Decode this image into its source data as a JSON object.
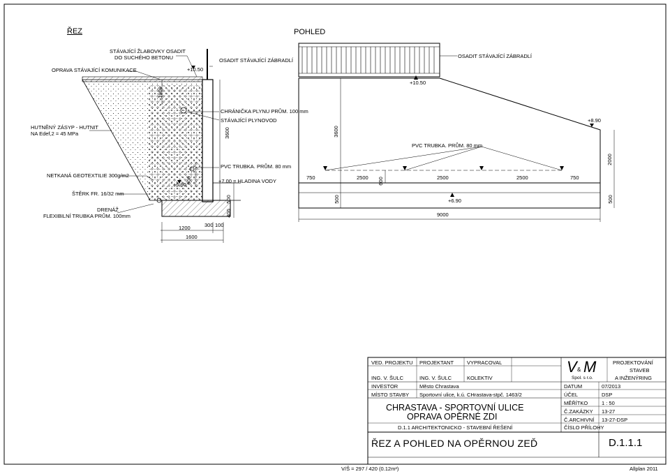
{
  "section": {
    "title": "ŘEZ",
    "labels": {
      "gutter1": "STÁVAJÍCÍ ŽLABOVKY OSADIT",
      "gutter2": "DO SUCHÉHO BETONU",
      "repair": "OPRAVA STÁVAJÍCÍ KOMUNIKACE",
      "railing": "OSADIT STÁVAJÍCÍ ZÁBRADLÍ",
      "fill1": "HUTNĚNÝ ZÁSYP - HUTNIT",
      "fill2": "NA Edef,2 = 45 MPa",
      "geotex": "NETKANÁ GEOTEXTILIE 300g/m2",
      "gravel": "ŠTĚRK FR. 16/32 mm",
      "drain1": "DRENÁŽ",
      "drain2": "FLEXIBILNÍ TRUBKA PRŮM. 100mm",
      "gas1": "CHRÁNIČKA PLYNU PRŮM. 100 mm",
      "gas2": "STÁVAJÍCÍ PLYNOVOD",
      "pvc": "PVC TRUBKA. PRŮM. 80 mm",
      "water": "+7.00 = HLADINA VODY"
    },
    "levels": {
      "top": "+10.50",
      "base": "+6.90"
    },
    "dims": {
      "d1000": "1000",
      "d3600": "3600",
      "d600": "600",
      "d500": "500",
      "d400": "400",
      "d1200": "1200",
      "d300": "300",
      "d100": "100",
      "d1600": "1600"
    }
  },
  "elevation": {
    "title": "POHLED",
    "labels": {
      "railing": "OSADIT STÁVAJÍCÍ ZÁBRADLÍ",
      "pvc": "PVC TRUBKA. PRŮM. 80 mm"
    },
    "levels": {
      "top": "+10.50",
      "right": "+8.90",
      "base": "+6.90"
    },
    "dims": {
      "h3600": "3600",
      "h2000": "2000",
      "h500": "500",
      "h500b": "500",
      "h600": "600",
      "s750a": "750",
      "s2500a": "2500",
      "s2500b": "2500",
      "s2500c": "2500",
      "s750b": "750",
      "total": "9000"
    }
  },
  "title_block": {
    "ved_label": "VED. PROJEKTU",
    "ved_value": "ING. V. ŠULC",
    "proj_label": "PROJEKTANT",
    "proj_value": "ING. V. ŠULC",
    "vyp_label": "VYPRACOVAL",
    "vyp_value": "KOLEKTIV",
    "logo_v": "V",
    "logo_amp": "&",
    "logo_m": "M",
    "logo_sub": "Spol. s r.o.",
    "company1": "PROJEKTOVÁNÍ",
    "company2": "STAVEB",
    "company3": "A INŽENÝRING",
    "investor_label": "INVESTOR",
    "investor_value": "Město Chrastava",
    "misto_label": "MÍSTO STAVBY",
    "misto_value": "Sportovní ulice, k.ú. CHrastava-stpč. 1463/2",
    "project_line1": "CHRASTAVA - SPORTOVNÍ ULICE",
    "project_line2": "OPRAVA OPĚRNÉ ZDI",
    "part": "D.1.1 ARCHITEKTONICKO - STAVEBNÍ ŘEŠENÍ",
    "drawing": "ŘEZ A POHLED NA OPĚRNOU ZEĎ",
    "drawing_no": "D.1.1.1",
    "datum_label": "DATUM",
    "datum_value": "07/2013",
    "ucel_label": "ÚČEL",
    "ucel_value": "DSP",
    "meritko_label": "MĚŘÍTKO",
    "meritko_value": "1 : 50",
    "zakazky_label": "Č.ZAKÁZKY",
    "zakazky_value": "13-27",
    "archivni_label": "Č.ARCHIVNÍ",
    "archivni_value": "13-27-DSP",
    "priloha_label": "ČÍSLO PŘÍLOHY"
  },
  "footer": {
    "ratio": "V/Š = 297 / 420 (0.12m²)",
    "software": "Allplan 2011"
  }
}
